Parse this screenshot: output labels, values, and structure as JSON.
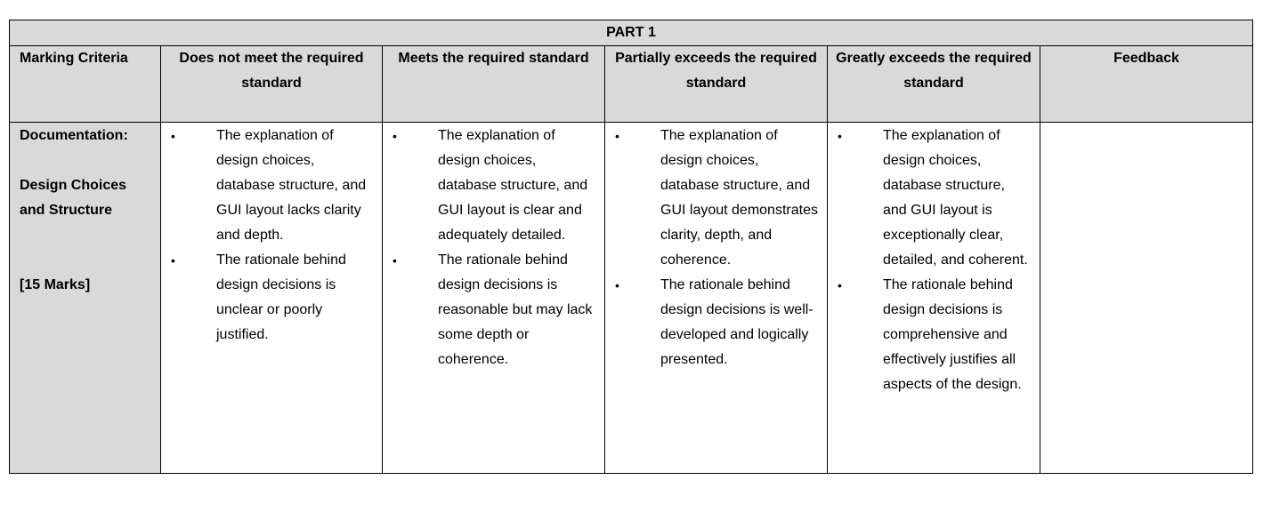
{
  "part_title": "PART 1",
  "headers": {
    "criteria": "Marking Criteria",
    "levels": [
      "Does not meet the required standard",
      "Meets the required standard",
      "Partially exceeds the required standard",
      "Greatly exceeds the required standard"
    ],
    "feedback": "Feedback"
  },
  "criterion": {
    "category": "Documentation:",
    "name_line1": "Design Choices",
    "name_line2": "and Structure",
    "marks": "[15 Marks]"
  },
  "bullet_glyph": "•",
  "levels": [
    {
      "bullets": [
        "The explanation of design choices, database structure, and GUI layout lacks clarity and depth.",
        "The rationale behind design decisions is unclear or poorly justified."
      ]
    },
    {
      "bullets": [
        "The explanation of design choices, database structure, and GUI layout is clear and adequately detailed.",
        "The rationale behind design decisions is reasonable but may lack some depth or coherence."
      ]
    },
    {
      "bullets": [
        "The explanation of design choices, database structure, and GUI layout demonstrates clarity, depth, and coherence.",
        "The rationale behind design decisions is well-developed and logically presented."
      ]
    },
    {
      "bullets": [
        "The explanation of design choices, database structure, and GUI layout is exceptionally clear, detailed, and coherent.",
        "The rationale behind design decisions is comprehensive and effectively justifies all aspects of the design."
      ]
    }
  ],
  "feedback_text": "",
  "colors": {
    "header_fill": "#d9d9d9",
    "border": "#000000"
  }
}
